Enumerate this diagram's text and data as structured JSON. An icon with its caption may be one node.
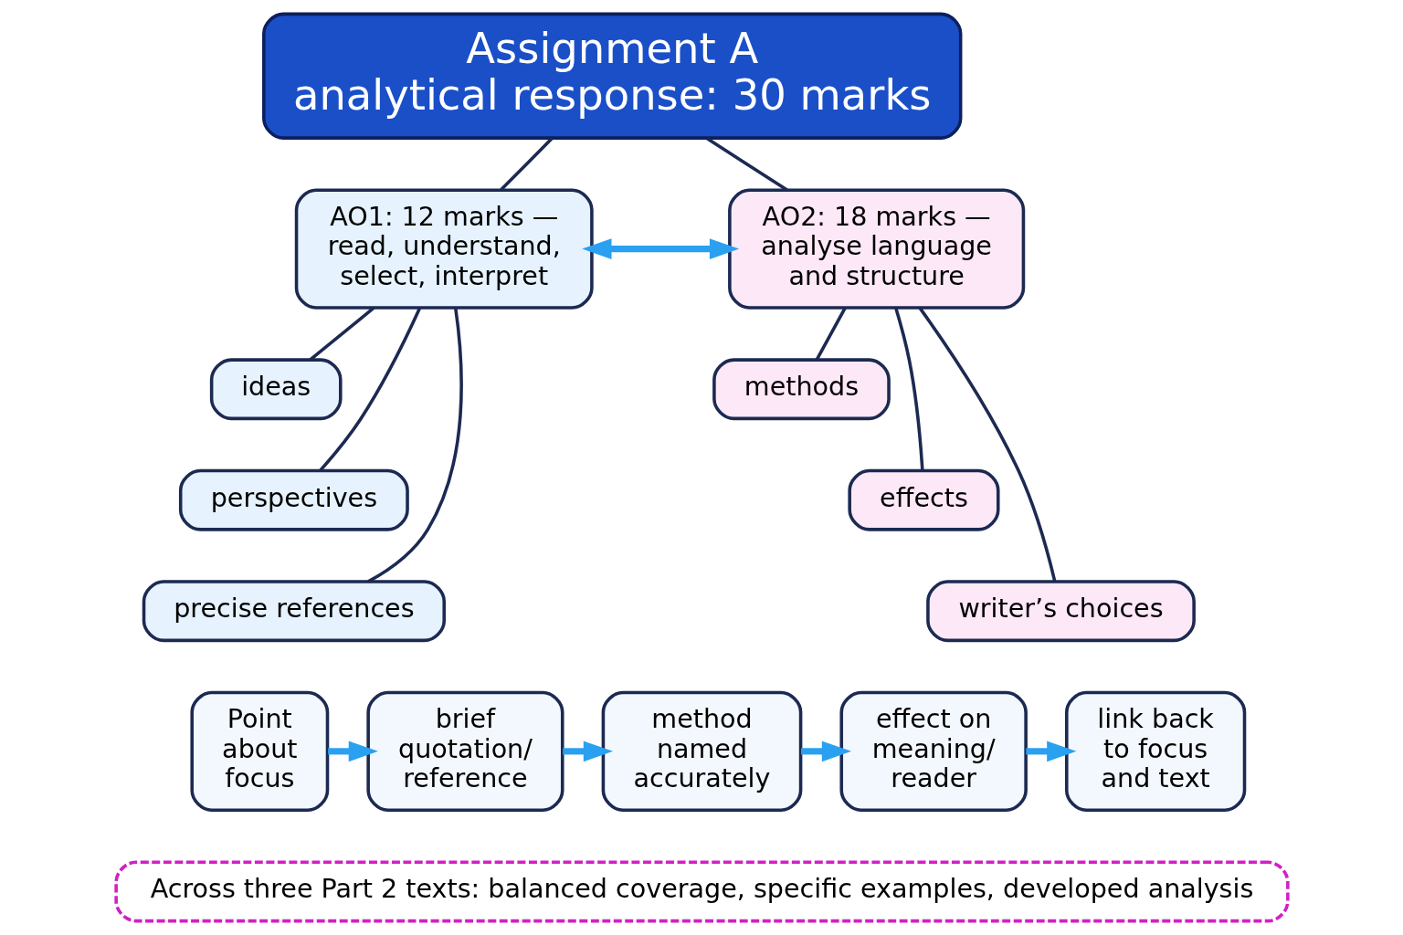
{
  "diagram": {
    "nodes": [
      {
        "text": [
          "Assignment A",
          "analytical response: 30 marks"
        ]
      },
      {
        "text": [
          "AO1: 12 marks — read, understand, select, interpret"
        ]
      },
      {
        "text": [
          "AO2: 18 marks — analyse language and structure"
        ]
      },
      {
        "text": [
          "ideas"
        ]
      },
      {
        "text": [
          "perspectives"
        ]
      },
      {
        "text": [
          "precise references"
        ]
      },
      {
        "text": [
          "methods"
        ]
      },
      {
        "text": [
          "effects"
        ]
      },
      {
        "text": [
          "writer’s choices"
        ]
      },
      {
        "text": [
          "Point about focus"
        ]
      },
      {
        "text": [
          "brief quotation/ reference"
        ]
      },
      {
        "text": [
          "method named accurately"
        ]
      },
      {
        "text": [
          "effect on meaning/ reader"
        ]
      },
      {
        "text": [
          "link back to focus and text"
        ]
      },
      {
        "text": [
          "Across three Part 2 texts: balanced coverage, specific examples, developed analysis"
        ]
      }
    ],
    "edges": [
      {
        "from": 0,
        "to": 1,
        "arrow": "none"
      },
      {
        "from": 0,
        "to": 2,
        "arrow": "none"
      },
      {
        "from": 1,
        "to": 3,
        "arrow": "none"
      },
      {
        "from": 1,
        "to": 4,
        "arrow": "none"
      },
      {
        "from": 1,
        "to": 5,
        "arrow": "none"
      },
      {
        "from": 2,
        "to": 6,
        "arrow": "none"
      },
      {
        "from": 2,
        "to": 7,
        "arrow": "none"
      },
      {
        "from": 2,
        "to": 8,
        "arrow": "none"
      },
      {
        "from": 1,
        "to": 2,
        "arrow": "both",
        "color": "#2aa0f0",
        "style": "thick"
      },
      {
        "from": 9,
        "to": 10,
        "arrow": "to",
        "color": "#2aa0f0",
        "style": "thick"
      },
      {
        "from": 10,
        "to": 11,
        "arrow": "to",
        "color": "#2aa0f0",
        "style": "thick"
      },
      {
        "from": 11,
        "to": 12,
        "arrow": "to",
        "color": "#2aa0f0",
        "style": "thick"
      },
      {
        "from": 12,
        "to": 13,
        "arrow": "to",
        "color": "#2aa0f0",
        "style": "thick"
      }
    ]
  }
}
